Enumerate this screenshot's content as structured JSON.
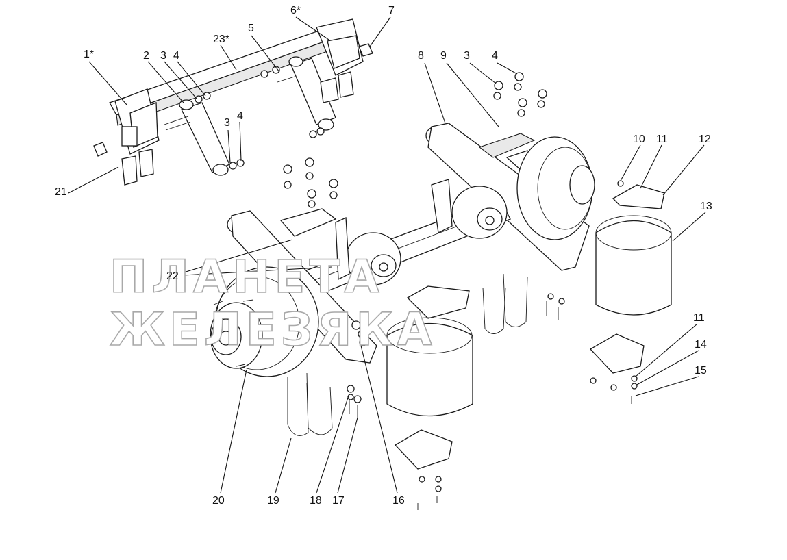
{
  "labels": {
    "l1": "1*",
    "l2": "2",
    "l3a": "3",
    "l4a": "4",
    "l23": "23*",
    "l5": "5",
    "l6": "6*",
    "l7": "7",
    "l8": "8",
    "l9": "9",
    "l3b": "3",
    "l4b": "4",
    "l3c": "3",
    "l4c": "4",
    "l10": "10",
    "l11a": "11",
    "l12": "12",
    "l13": "13",
    "l21": "21",
    "l22": "22",
    "l11b": "11",
    "l14": "14",
    "l15": "15",
    "l20": "20",
    "l19": "19",
    "l18": "18",
    "l17": "17",
    "l16": "16"
  },
  "watermark": "ПЛАНЕТА ЖЕЛЕЗЯКА"
}
